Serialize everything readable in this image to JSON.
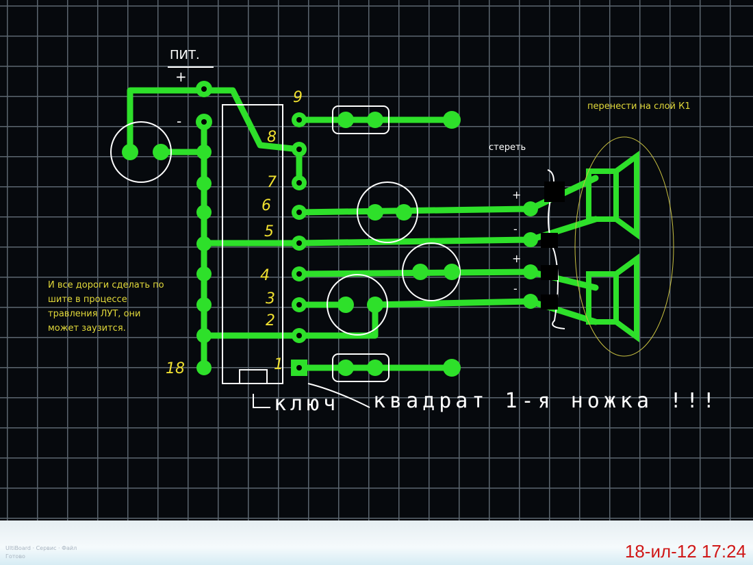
{
  "labels": {
    "power": "ПИТ.",
    "plus": "+",
    "minus": "-",
    "move_to_layer": "перенести на слой К1",
    "erase": "стереть",
    "note": [
      "И все дороги сделать по",
      "шите в процессе",
      "травления ЛУТ, они",
      "может заузится."
    ],
    "key": "ключ",
    "square_pin": "квадрат 1-я ножка !!!",
    "out_signs": [
      "+",
      "-",
      "+",
      "-"
    ]
  },
  "pins": [
    "9",
    "8",
    "7",
    "6",
    "5",
    "4",
    "3",
    "2",
    "1",
    "18"
  ],
  "status": {
    "taskbar_text": [
      "UltiBoard · Сервис · Файл",
      "Готово"
    ],
    "timestamp": "18-ил-12 17:24"
  },
  "colors": {
    "trace": "#2ee02a",
    "annotation": "#e2d93a",
    "outline": "#ffffff",
    "timestamp": "#d01818"
  }
}
